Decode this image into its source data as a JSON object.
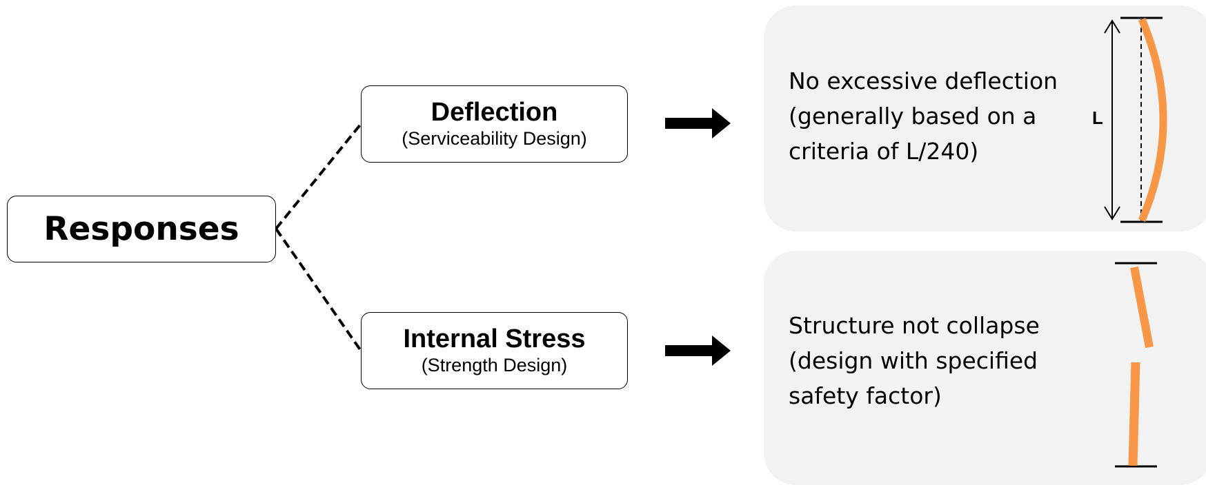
{
  "root": {
    "label": "Responses"
  },
  "branches": [
    {
      "title": "Deflection",
      "subtitle": "(Serviceability Design)",
      "description": "No excessive deflection\n(generally based on a\ncriteria of L/240)",
      "figure_label": "L"
    },
    {
      "title": "Internal Stress",
      "subtitle": "(Strength Design)",
      "description": "Structure not collapse\n(design with specified\nsafety factor)"
    }
  ],
  "colors": {
    "panel_background": "#f2f2f2",
    "column_stroke": "#f79646",
    "outline": "#000000"
  },
  "icons": {
    "connector": "dashed-line",
    "flow": "right-arrow",
    "deflected_column": "bent-column-icon",
    "broken_column": "broken-column-icon"
  }
}
